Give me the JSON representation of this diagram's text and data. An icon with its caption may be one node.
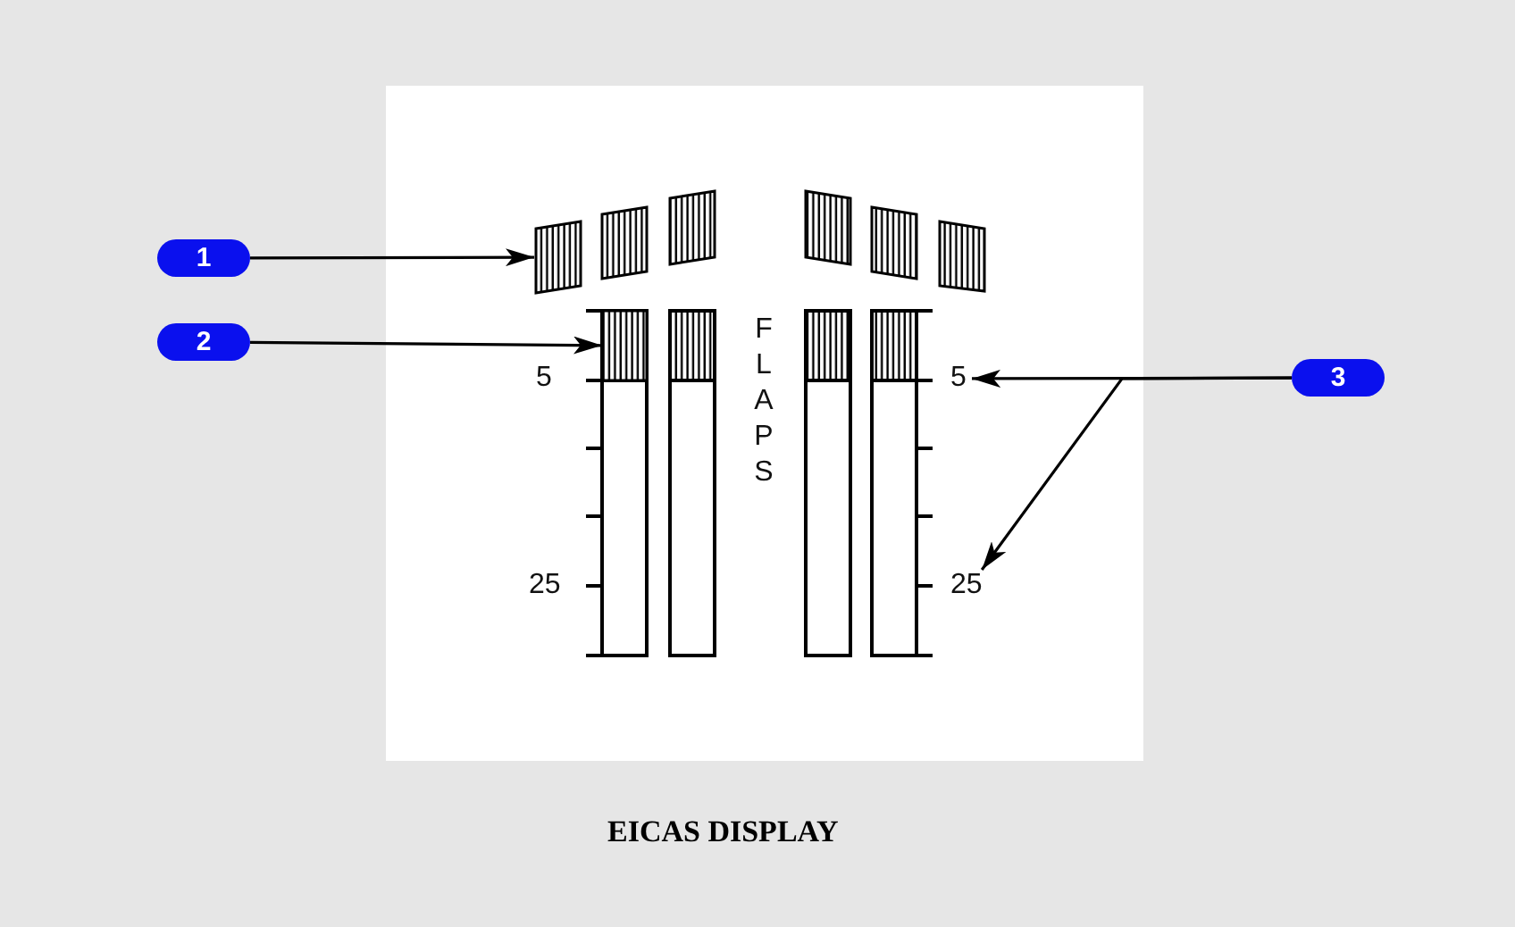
{
  "diagram": {
    "caption": "EICAS DISPLAY",
    "nodes": [
      {
        "text": [
          "1"
        ]
      },
      {
        "text": [
          "2"
        ]
      },
      {
        "text": [
          "3"
        ]
      },
      {
        "text": [],
        "shape": "box"
      },
      {
        "text": [],
        "shape": "bar"
      },
      {
        "text": [
          "5"
        ]
      },
      {
        "text": [
          "25"
        ]
      }
    ],
    "edges": [
      {
        "from": 0,
        "to": 3,
        "arrow": "to"
      },
      {
        "from": 1,
        "to": 4,
        "arrow": "to"
      },
      {
        "from": 2,
        "to": 5,
        "arrow": "to"
      },
      {
        "from": 2,
        "to": 6,
        "arrow": "to"
      }
    ],
    "labels": [
      "5",
      "25",
      "FLAPS"
    ]
  }
}
